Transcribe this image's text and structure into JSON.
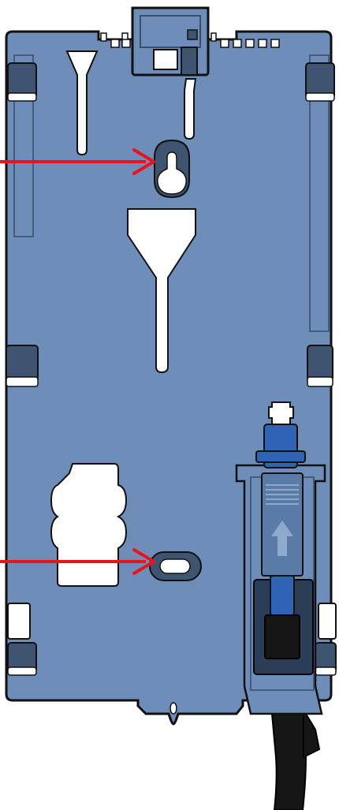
{
  "diagram": {
    "subject": "wall-mount-bracket",
    "colors": {
      "plate": "#6e8db8",
      "plate_outline": "#111111",
      "dark_block": "#3f5470",
      "slot_fill": "#ffffff",
      "slot_outline": "#3a4d68",
      "arrow": "#e8141c",
      "connector_blue": "#2e63b5",
      "cable": "#161616"
    },
    "callout_arrows": [
      {
        "target": "keyhole-slot"
      },
      {
        "target": "lower-oval-slot"
      }
    ],
    "connector_arrow_direction": "up"
  }
}
